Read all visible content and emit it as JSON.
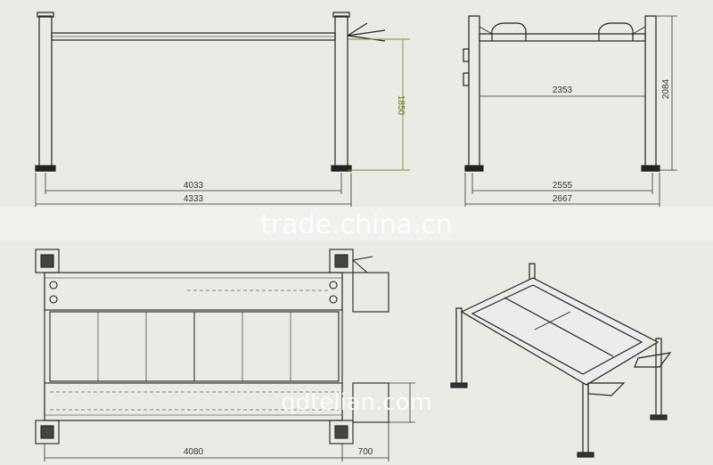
{
  "dimensions": {
    "front_inner_width": "4033",
    "front_outer_width": "4333",
    "front_height": "1850",
    "side_inner_width": "2353",
    "side_mid_width": "2555",
    "side_outer_width": "2667",
    "side_height": "2084",
    "top_length": "4080",
    "top_ramp": "700"
  },
  "watermarks": {
    "site": "trade.china.cn",
    "company": "qdtelian.com"
  },
  "colors": {
    "background": "#e9ebe4",
    "line": "#222222",
    "green_dim": "#8c8c2a"
  }
}
